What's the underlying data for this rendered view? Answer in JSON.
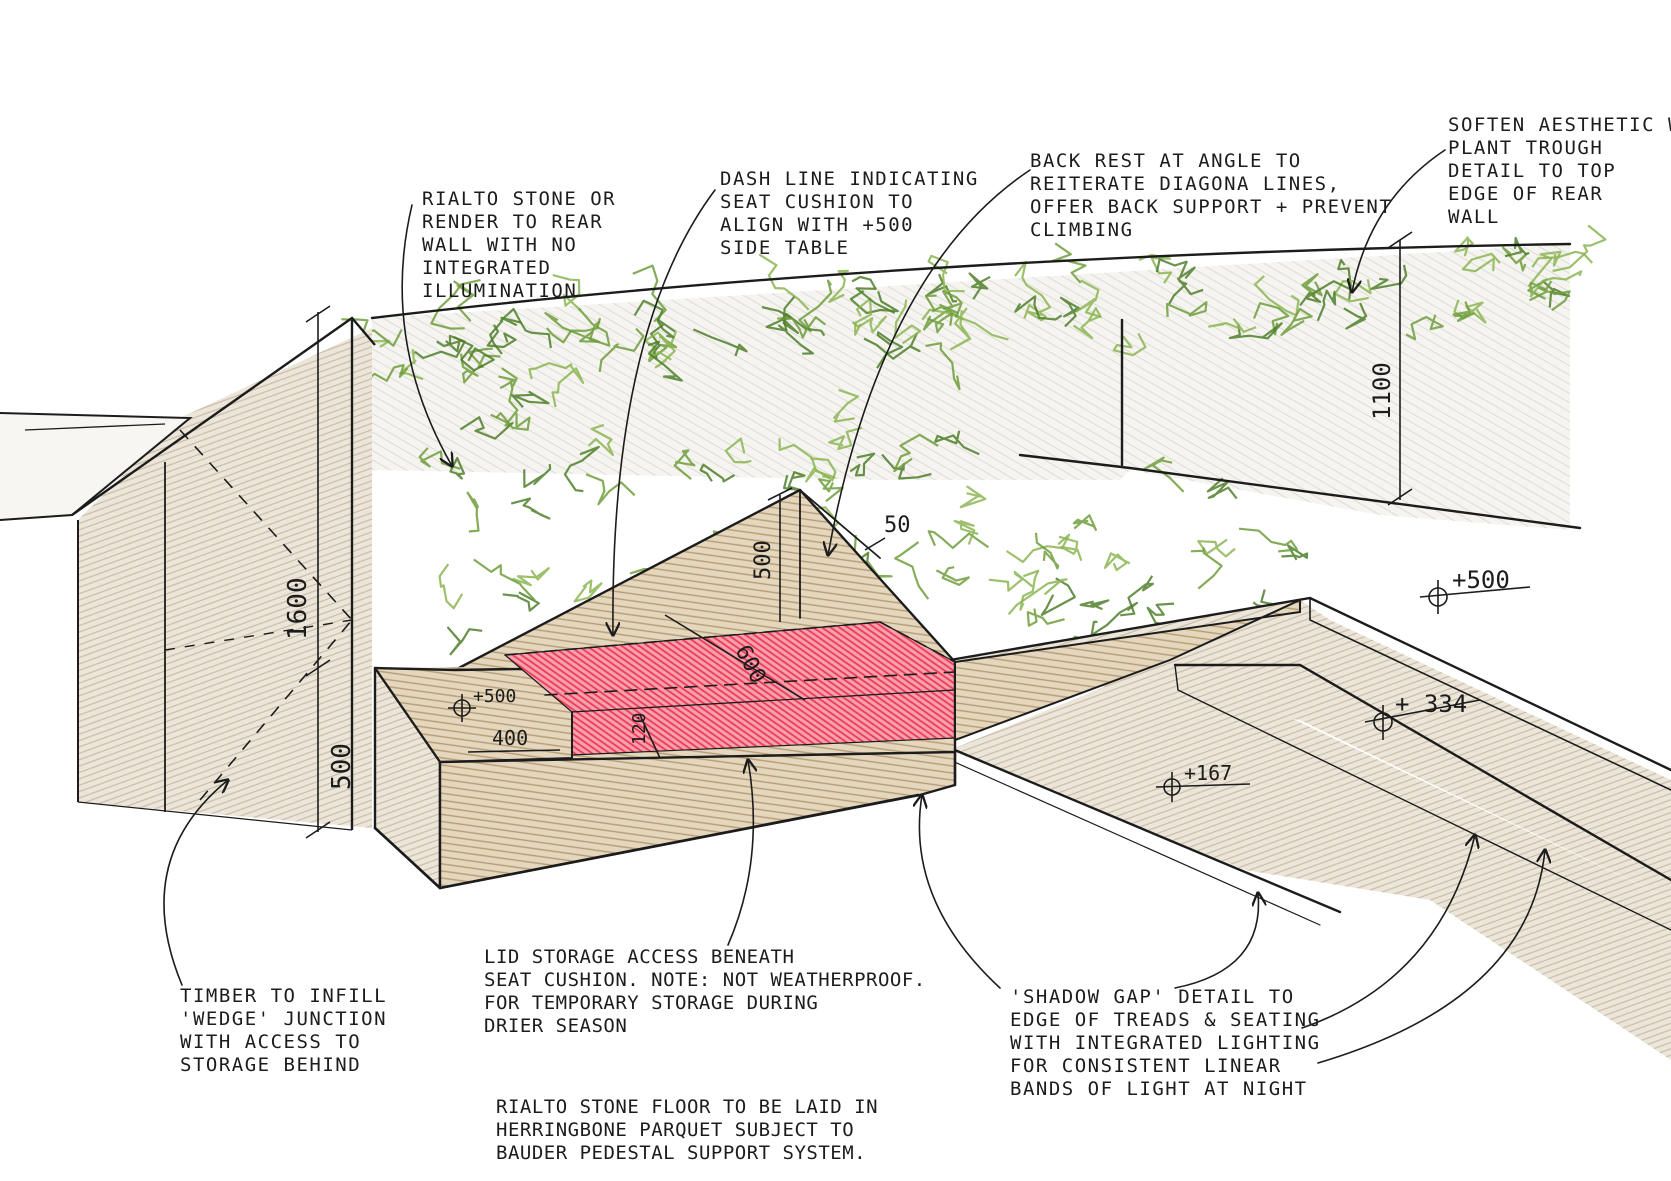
{
  "annotations": {
    "rear_wall": [
      "RIALTO STONE OR",
      "RENDER TO REAR",
      "WALL WITH NO",
      "INTEGRATED",
      "ILLUMINATION"
    ],
    "dash_line": [
      "DASH LINE INDICATING",
      "SEAT CUSHION TO",
      "ALIGN WITH +500",
      "SIDE TABLE"
    ],
    "back_rest": [
      "BACK REST AT ANGLE TO",
      "REITERATE DIAGONA LINES,",
      "OFFER BACK SUPPORT + PREVENT",
      "CLIMBING"
    ],
    "soften": [
      "SOFTEN AESTHETIC W/",
      "PLANT TROUGH",
      "DETAIL TO TOP",
      "EDGE OF REAR",
      "WALL"
    ],
    "timber": [
      "TIMBER TO INFILL",
      "'WEDGE' JUNCTION",
      "WITH ACCESS TO",
      "STORAGE BEHIND"
    ],
    "lid_storage": [
      "LID STORAGE ACCESS BENEATH",
      "SEAT CUSHION. NOTE: NOT WEATHERPROOF.",
      "FOR TEMPORARY STORAGE DURING",
      "DRIER SEASON"
    ],
    "shadow_gap": [
      "'SHADOW GAP' DETAIL TO",
      "EDGE OF TREADS & SEATING",
      "WITH INTEGRATED LIGHTING",
      "FOR CONSISTENT LINEAR",
      "BANDS OF LIGHT AT NIGHT"
    ],
    "floor": [
      "RIALTO STONE FLOOR TO BE LAID IN",
      "HERRINGBONE PARQUET SUBJECT TO",
      "BAUDER PEDESTAL SUPPORT SYSTEM."
    ]
  },
  "dimensions": {
    "wall_height": "1600",
    "bench_height": "500",
    "backrest_height": "500",
    "backrest_top": "50",
    "seat_depth": "600",
    "cushion": "120",
    "side_table_width": "400",
    "trough_height": "1100"
  },
  "levels": {
    "side_table": "+500",
    "upper_step": "+500",
    "middle_step": "+ 334",
    "lower_step": "+167"
  },
  "colors": {
    "ink": "#1c1c1c",
    "foliage": "#6e9e3c",
    "foliage_dark": "#4f7f2a",
    "cushion": "#ee3a55",
    "timber": "#c9b592",
    "stone": "#d8cfbf",
    "wall_wash": "#eceae4"
  }
}
